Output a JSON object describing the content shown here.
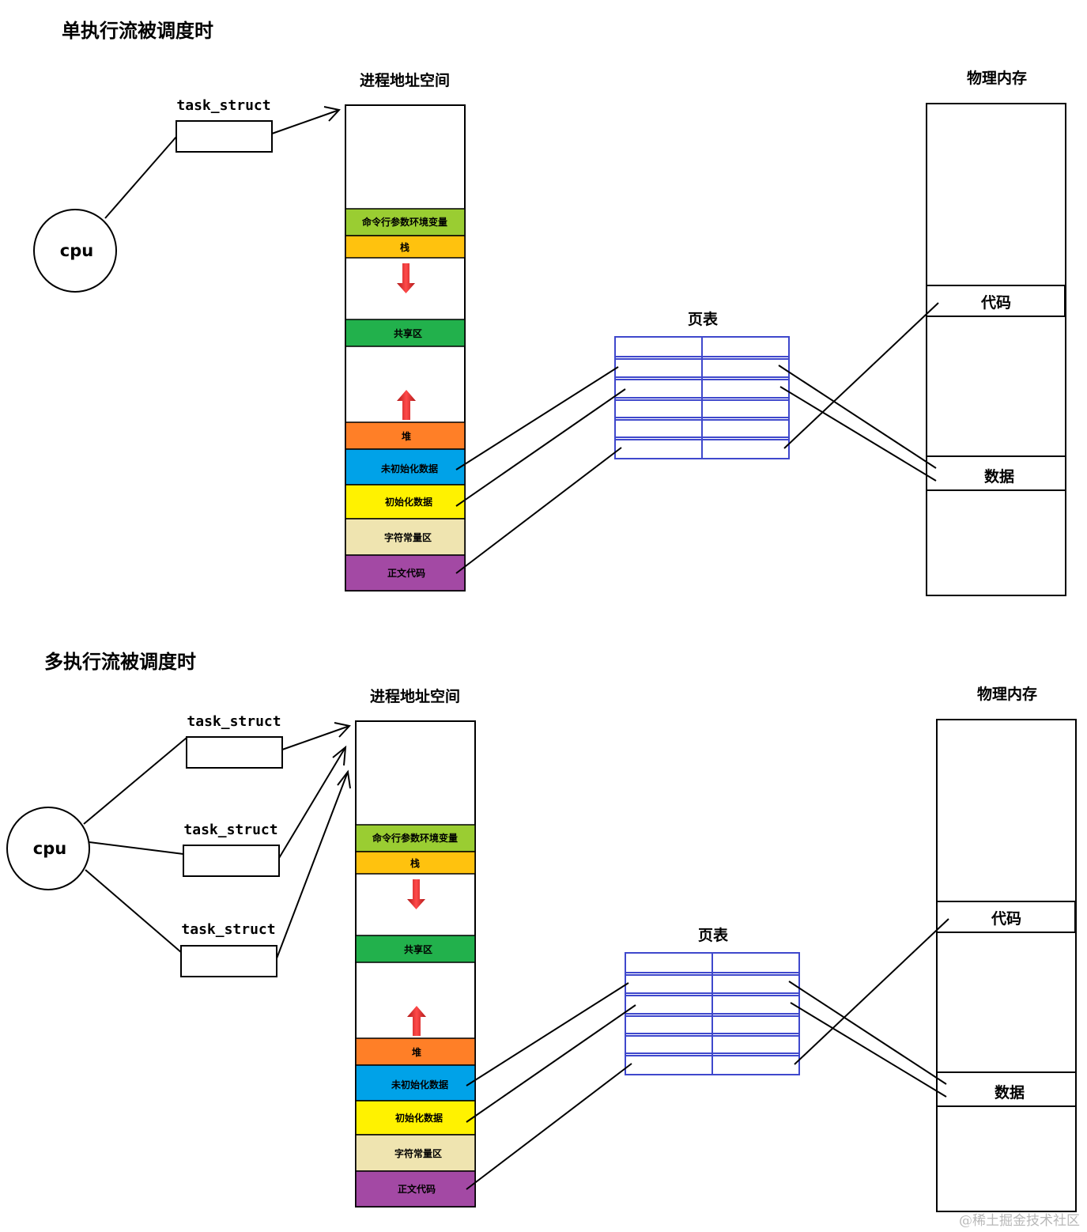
{
  "single": {
    "heading": "单执行流被调度时",
    "task_label": "task_struct"
  },
  "multi": {
    "heading": "多执行流被调度时",
    "task_labels": [
      "task_struct",
      "task_struct",
      "task_struct"
    ]
  },
  "cpu_label": "cpu",
  "address_space": {
    "title": "进程地址空间",
    "segments": [
      {
        "label": "命令行参数环境变量",
        "color": "#9acd32"
      },
      {
        "label": "栈",
        "color": "#ffc20e"
      },
      {
        "label": "共享区",
        "color": "#22b14c"
      },
      {
        "label": "堆",
        "color": "#ff7f27"
      },
      {
        "label": "未初始化数据",
        "color": "#00a2e8"
      },
      {
        "label": "初始化数据",
        "color": "#fff200"
      },
      {
        "label": "字符常量区",
        "color": "#efe4b0"
      },
      {
        "label": "正文代码",
        "color": "#a349a4"
      }
    ],
    "arrow_color": "#e03030"
  },
  "page_table": {
    "title": "页表",
    "color": "#3f48cc"
  },
  "physical_memory": {
    "title": "物理内存",
    "regions": [
      "代码",
      "数据"
    ]
  },
  "watermark": "@稀土掘金技术社区"
}
